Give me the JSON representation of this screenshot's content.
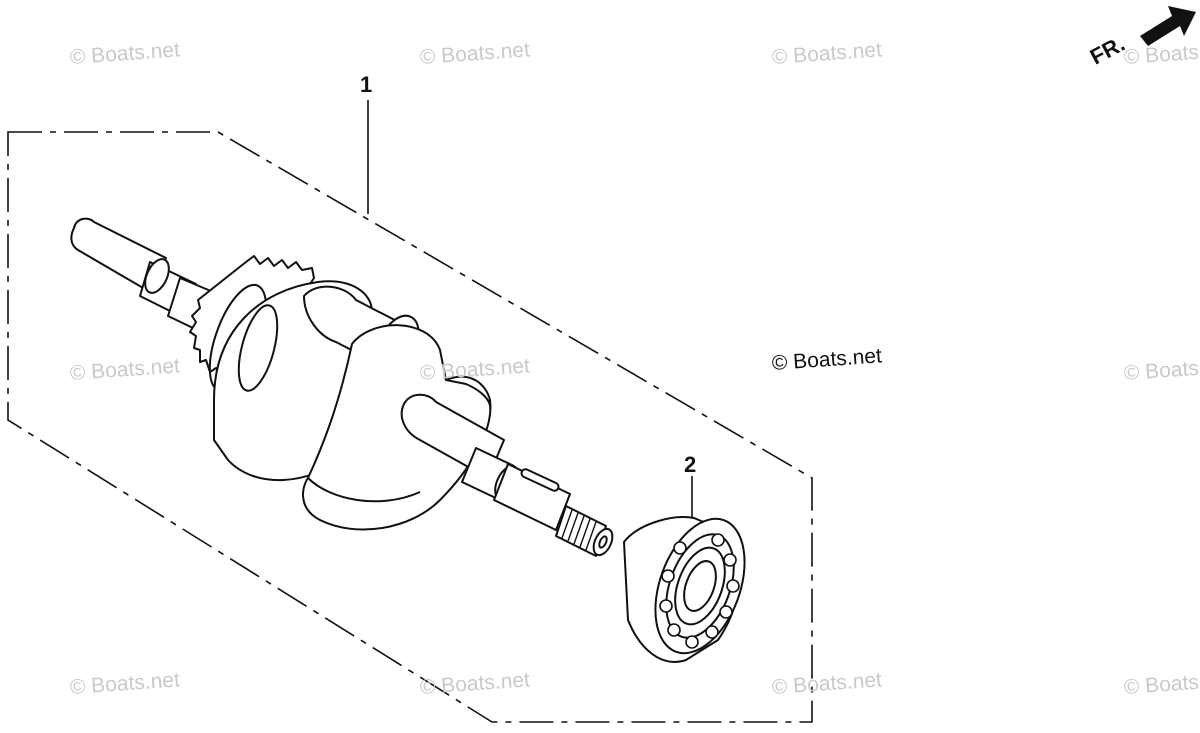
{
  "watermark": {
    "text": "© Boats.net",
    "color": "#c9c9c9"
  },
  "main_watermark": "© Boats.net",
  "callouts": {
    "part_1": "1",
    "part_2": "2"
  },
  "direction": {
    "label": "FR."
  },
  "icons": {
    "front_arrow": "front-arrow-icon",
    "crankshaft": "crankshaft-icon",
    "bearing": "ball-bearing-icon"
  }
}
